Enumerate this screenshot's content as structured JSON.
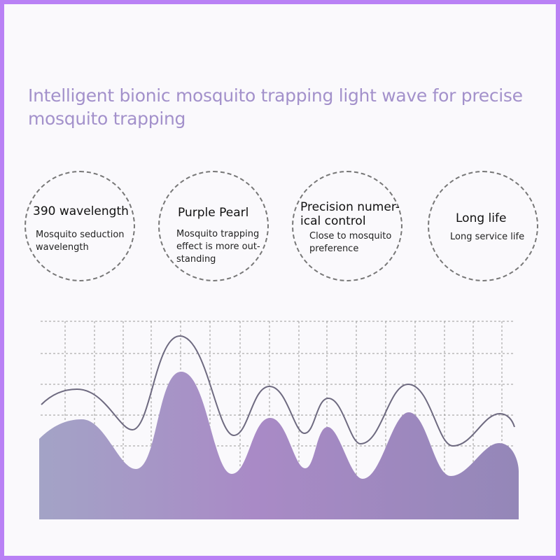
{
  "title": "Intelligent bionic mosquito trapping light wave for precise mosquito trapping",
  "features": [
    {
      "heading": "390 wavelength",
      "body": "Mosquito seduction wavelength"
    },
    {
      "heading": "Purple Pearl",
      "body": "Mosquito trapping effect is more out-standing"
    },
    {
      "heading": "Precision numer-ical control",
      "body": "Close to mosquito preference"
    },
    {
      "heading": "Long life",
      "body": "Long service life"
    }
  ],
  "colors": {
    "border": "#b981f5",
    "title": "#a391cb",
    "wave_fill_start": "#a3a3c6",
    "wave_fill_mid": "#a98ac6",
    "wave_fill_end": "#9487b8",
    "wave_line": "#6e6a80"
  }
}
